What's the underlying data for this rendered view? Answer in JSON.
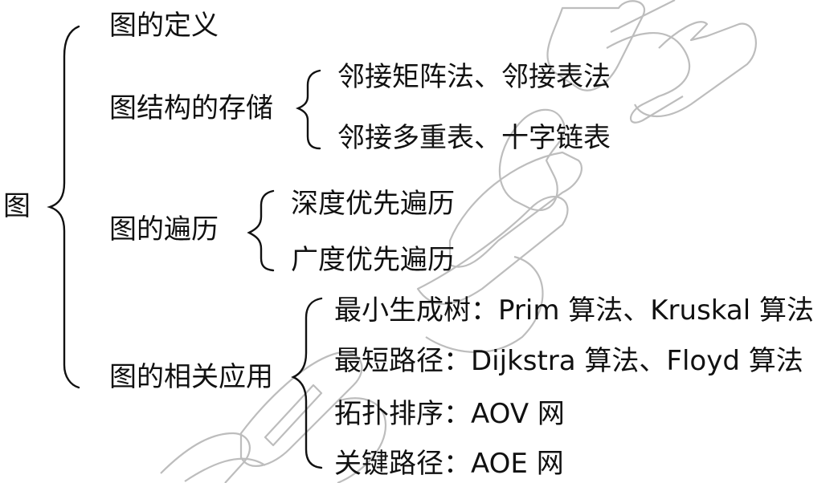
{
  "diagram": {
    "type": "concept-tree",
    "root": {
      "label": "图",
      "children": [
        {
          "label": "图的定义",
          "children": []
        },
        {
          "label": "图结构的存储",
          "children": [
            {
              "label": "邻接矩阵法、邻接表法"
            },
            {
              "label": "邻接多重表、十字链表"
            }
          ]
        },
        {
          "label": "图的遍历",
          "children": [
            {
              "label": "深度优先遍历"
            },
            {
              "label": "广度优先遍历"
            }
          ]
        },
        {
          "label": "图的相关应用",
          "children": [
            {
              "label": "最小生成树：Prim 算法、Kruskal 算法"
            },
            {
              "label": "最短路径：Dijkstra 算法、Floyd 算法"
            },
            {
              "label": "拓扑排序：AOV 网"
            },
            {
              "label": "关键路径：AOE 网"
            }
          ]
        }
      ]
    }
  },
  "colors": {
    "text": "#111111",
    "brace": "#111111",
    "watermark": "#bdbdbd",
    "background": "#ffffff"
  }
}
